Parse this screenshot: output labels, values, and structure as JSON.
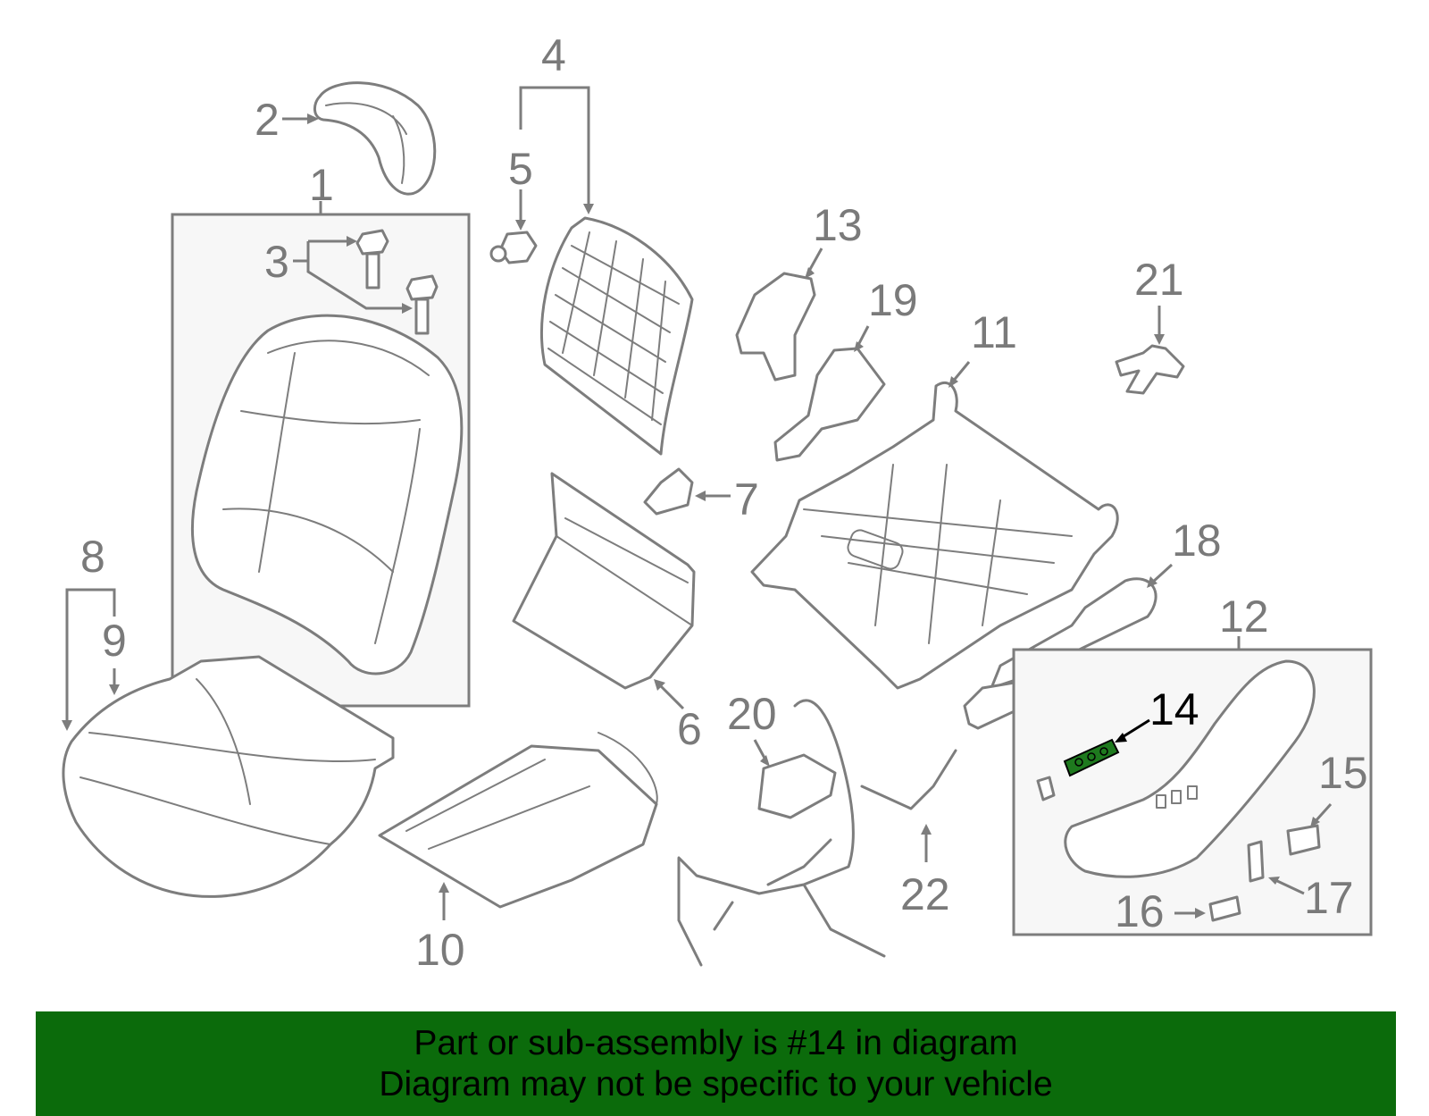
{
  "callouts": {
    "n1": "1",
    "n2": "2",
    "n3": "3",
    "n4": "4",
    "n5": "5",
    "n6": "6",
    "n7": "7",
    "n8": "8",
    "n9": "9",
    "n10": "10",
    "n11": "11",
    "n12": "12",
    "n13": "13",
    "n14": "14",
    "n15": "15",
    "n16": "16",
    "n17": "17",
    "n18": "18",
    "n19": "19",
    "n20": "20",
    "n21": "21",
    "n22": "22"
  },
  "highlighted_part": "14",
  "colors": {
    "highlight": "#1e7a1e",
    "banner": "#0b6b0b",
    "line": "#7d7d7d"
  },
  "banner": {
    "line1": "Part or sub-assembly is #14 in diagram",
    "line2": "Diagram may not be specific to your vehicle"
  }
}
